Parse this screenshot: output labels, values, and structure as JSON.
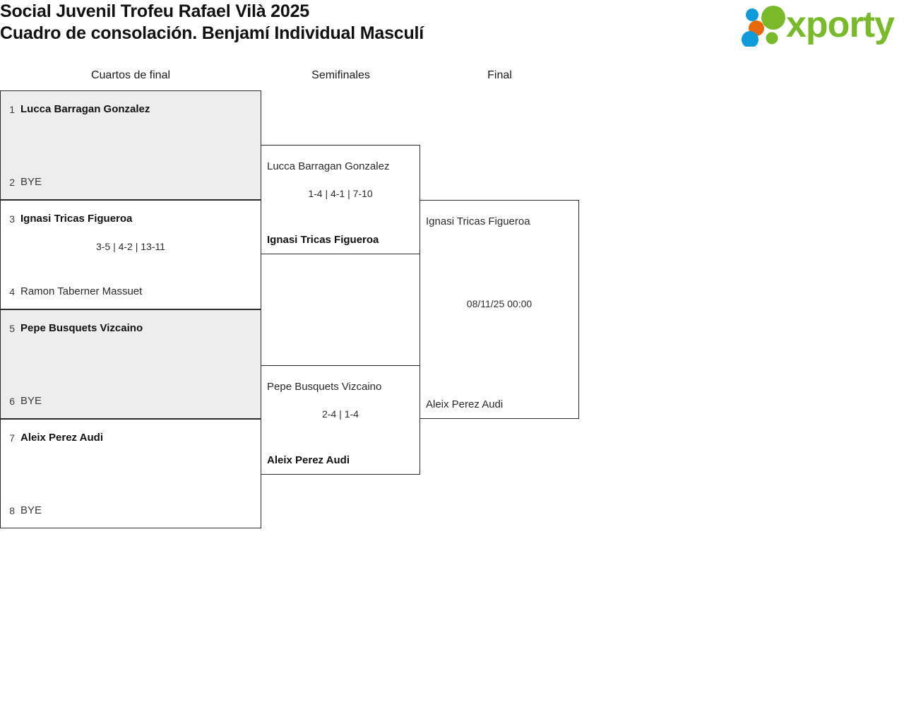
{
  "header": {
    "title_line1": "Social Juvenil Trofeu Rafael Vilà 2025",
    "title_line2": "Cuadro de consolación. Benjamí Individual Masculí",
    "logo_text": "xporty",
    "logo_colors": {
      "green": "#7ab929",
      "blue": "#0f9ada",
      "orange": "#e8690b"
    }
  },
  "rounds": [
    {
      "id": "quarterfinals",
      "label": "Cuartos de final"
    },
    {
      "id": "semifinals",
      "label": "Semifinales"
    },
    {
      "id": "final",
      "label": "Final"
    }
  ],
  "quarterfinals": [
    {
      "shaded": true,
      "top": {
        "seed": "1",
        "name": "Lucca Barragan Gonzalez",
        "winner": true,
        "bye": false
      },
      "bottom": {
        "seed": "2",
        "name": "BYE",
        "winner": false,
        "bye": true
      },
      "score": ""
    },
    {
      "shaded": false,
      "top": {
        "seed": "3",
        "name": "Ignasi Tricas Figueroa",
        "winner": true,
        "bye": false
      },
      "bottom": {
        "seed": "4",
        "name": "Ramon Taberner Massuet",
        "winner": false,
        "bye": false
      },
      "score": "3-5 | 4-2 | 13-11"
    },
    {
      "shaded": true,
      "top": {
        "seed": "5",
        "name": "Pepe Busquets Vizcaino",
        "winner": true,
        "bye": false
      },
      "bottom": {
        "seed": "6",
        "name": "BYE",
        "winner": false,
        "bye": true
      },
      "score": ""
    },
    {
      "shaded": false,
      "top": {
        "seed": "7",
        "name": "Aleix Perez Audi",
        "winner": true,
        "bye": false
      },
      "bottom": {
        "seed": "8",
        "name": "BYE",
        "winner": false,
        "bye": true
      },
      "score": ""
    }
  ],
  "semifinals": [
    {
      "top": {
        "name": "Lucca Barragan Gonzalez",
        "winner": false
      },
      "bottom": {
        "name": "Ignasi Tricas Figueroa",
        "winner": true
      },
      "score": "1-4 | 4-1 | 7-10"
    },
    {
      "top": {
        "name": "Pepe Busquets Vizcaino",
        "winner": false
      },
      "bottom": {
        "name": "Aleix Perez Audi",
        "winner": true
      },
      "score": "2-4 | 1-4"
    }
  ],
  "final": [
    {
      "top": {
        "name": "Ignasi Tricas Figueroa",
        "winner": false
      },
      "bottom": {
        "name": "Aleix Perez Audi",
        "winner": false
      },
      "score": "08/11/25 00:00"
    }
  ]
}
